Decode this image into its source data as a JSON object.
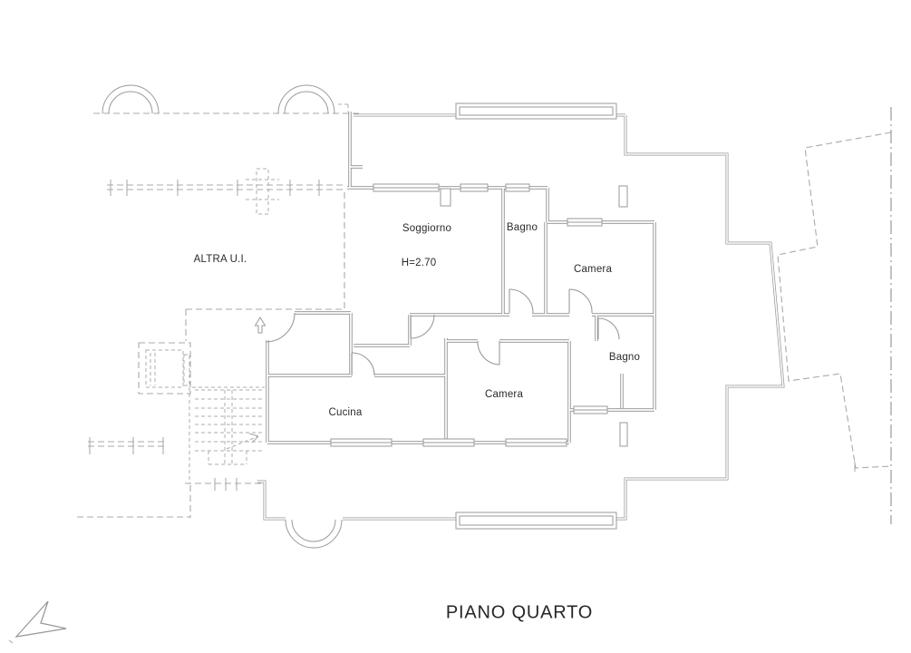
{
  "title": "PIANO QUARTO",
  "labels": {
    "other_unit": "ALTRA U.I.",
    "soggiorno": "Soggiorno",
    "soggiorno_height": "H=2.70",
    "bagno_top": "Bagno",
    "camera_top": "Camera",
    "bagno_right": "Bagno",
    "camera_bottom": "Camera",
    "cucina": "Cucina"
  },
  "rooms": [
    {
      "name": "Soggiorno",
      "note": "H=2.70"
    },
    {
      "name": "Bagno"
    },
    {
      "name": "Camera"
    },
    {
      "name": "Bagno"
    },
    {
      "name": "Camera"
    },
    {
      "name": "Cucina"
    },
    {
      "name": "ALTRA U.I."
    }
  ],
  "icons": {
    "north_arrow": "north-arrow-icon",
    "entry_arrow": "entry-direction-arrow-icon"
  },
  "colors": {
    "background": "#ffffff",
    "wall": "#8e8e8e",
    "dashed": "#a9a9a9",
    "text": "#2b2b2b"
  }
}
